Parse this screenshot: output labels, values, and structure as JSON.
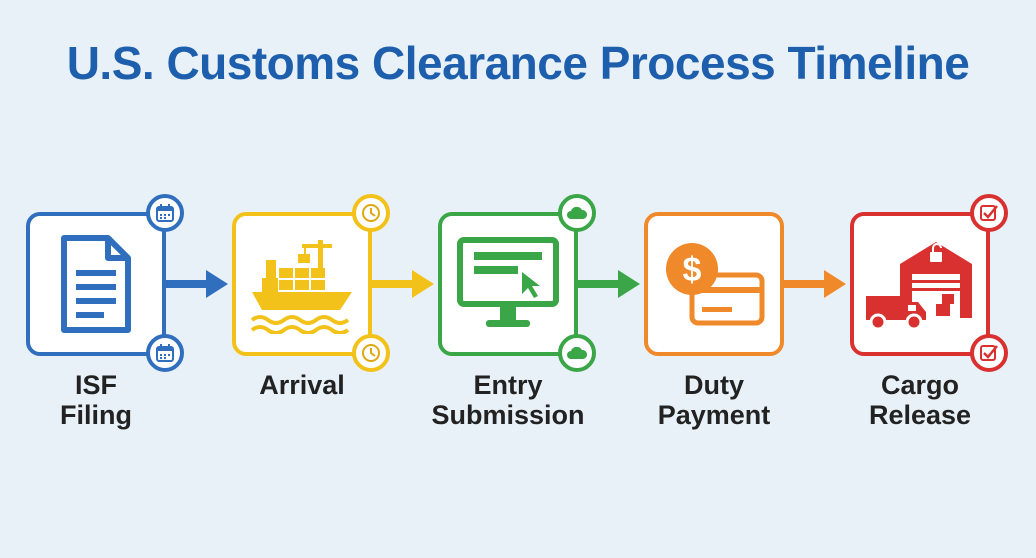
{
  "title": "U.S. Customs Clearance Process Timeline",
  "steps": [
    {
      "line1": "ISF",
      "line2": "Filing",
      "color": "#2f6fbe",
      "icon": "document-icon",
      "badge": "calendar-icon"
    },
    {
      "line1": "Arrival",
      "line2": "",
      "color": "#f2c21a",
      "icon": "cargo-ship-icon",
      "badge": "clock-icon"
    },
    {
      "line1": "Entry",
      "line2": "Submission",
      "color": "#3aa648",
      "icon": "computer-monitor-icon",
      "badge": "cloud-icon"
    },
    {
      "line1": "Duty",
      "line2": "Payment",
      "color": "#f0892a",
      "icon": "dollar-card-icon",
      "badge": ""
    },
    {
      "line1": "Cargo",
      "line2": "Release",
      "color": "#d8312f",
      "icon": "warehouse-truck-icon",
      "badge": "checkbox-icon"
    }
  ]
}
